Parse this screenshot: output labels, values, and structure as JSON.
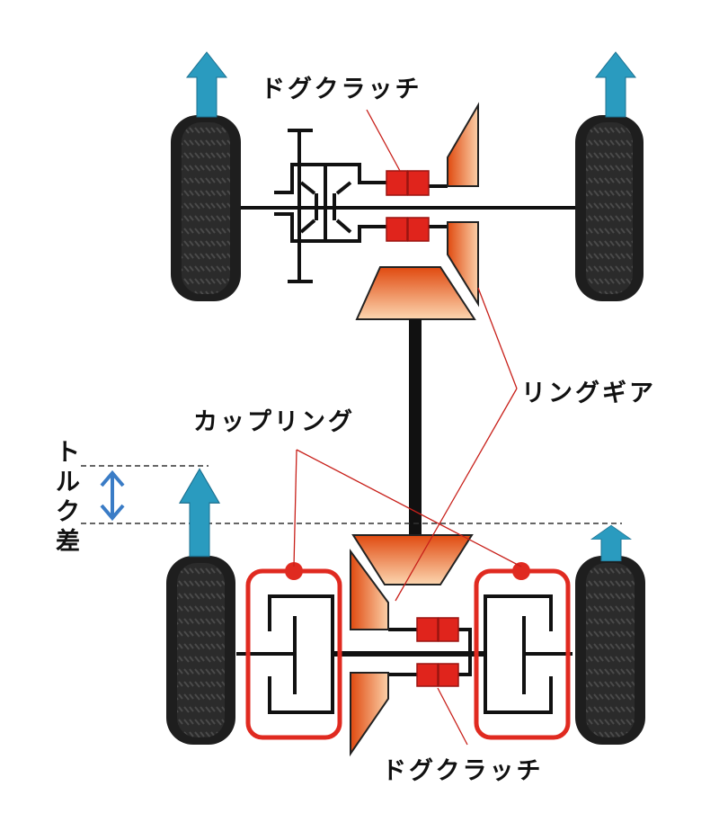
{
  "labels": {
    "dog_clutch_top": "ドグクラッチ",
    "ring_gear": "リングギア",
    "coupling": "カップリング",
    "torque_diff_chars": [
      "ト",
      "ル",
      "ク",
      "差"
    ],
    "dog_clutch_bottom": "ドグクラッチ"
  },
  "colors": {
    "arrow": "#2a9bbf",
    "clutch": "#e0241c",
    "gear": "#e8561a",
    "coupling": "#e02a20",
    "torque_arrow": "#3a7cc6"
  }
}
